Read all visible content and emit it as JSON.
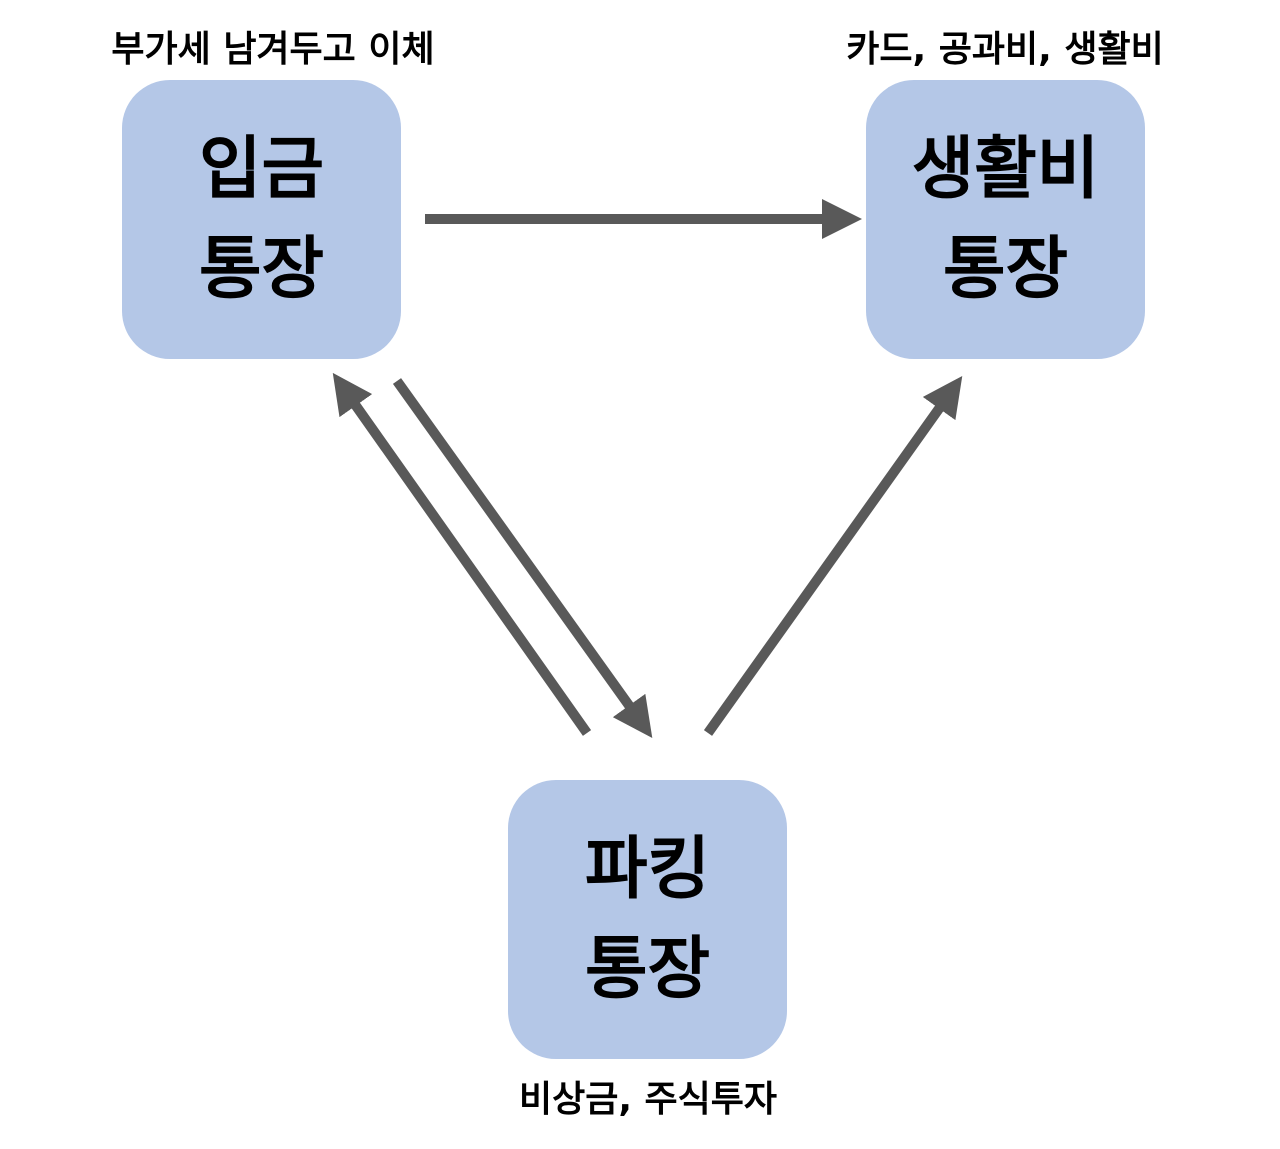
{
  "nodes": {
    "deposit": {
      "line1": "입금",
      "line2": "통장",
      "caption": "부가세 남겨두고 이체"
    },
    "living": {
      "line1": "생활비",
      "line2": "통장",
      "caption": "카드, 공과비, 생활비"
    },
    "parking": {
      "line1": "파킹",
      "line2": "통장",
      "caption": "비상금, 주식투자"
    }
  },
  "colors": {
    "box": "#B4C7E7",
    "arrow": "#595959"
  }
}
